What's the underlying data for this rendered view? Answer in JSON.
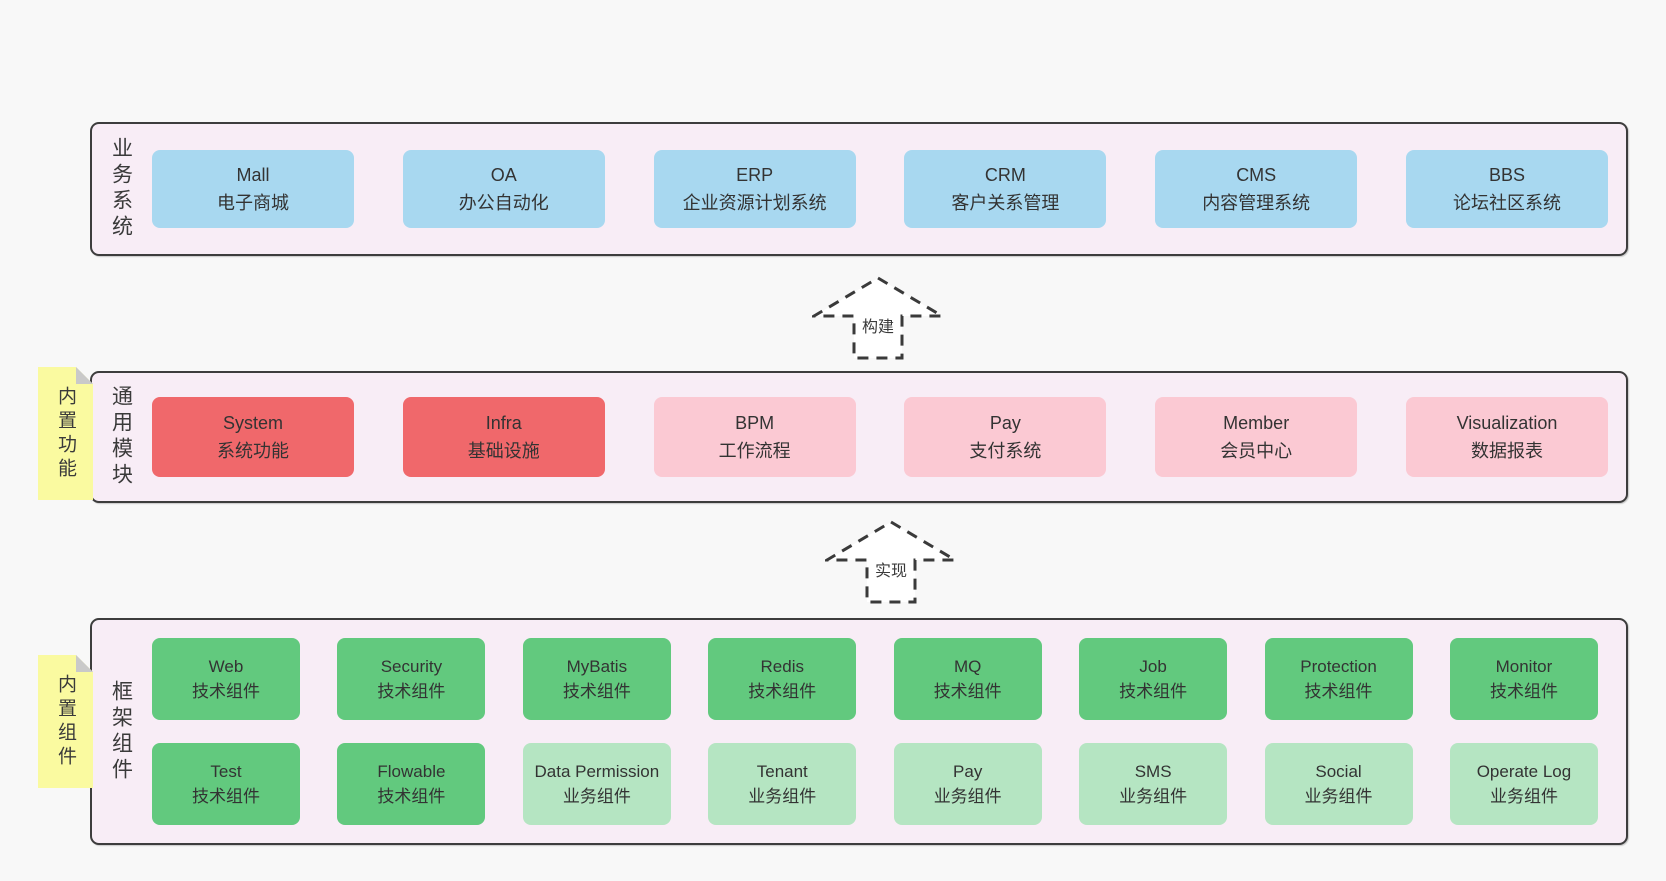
{
  "page": {
    "background": "#f8f8f8"
  },
  "colors": {
    "band_fill": "#f8edf6",
    "band_border": "#3d3d3d",
    "blue_box": "#A8D8F0",
    "red_box": "#F0686B",
    "pink_box": "#FBC9D3",
    "green_box": "#62C97E",
    "light_green_box": "#B5E5C2",
    "note_fill": "#FAFAA0",
    "note_fold": "#C9C9C9",
    "text": "#3a3a3a"
  },
  "arrows": [
    {
      "label": "构建"
    },
    {
      "label": "实现"
    }
  ],
  "layers": [
    {
      "label": "业务系统",
      "rows": [
        [
          {
            "title": "Mall",
            "subtitle": "电子商城",
            "variant": "blue"
          },
          {
            "title": "OA",
            "subtitle": "办公自动化",
            "variant": "blue"
          },
          {
            "title": "ERP",
            "subtitle": "企业资源计划系统",
            "variant": "blue"
          },
          {
            "title": "CRM",
            "subtitle": "客户关系管理",
            "variant": "blue"
          },
          {
            "title": "CMS",
            "subtitle": "内容管理系统",
            "variant": "blue"
          },
          {
            "title": "BBS",
            "subtitle": "论坛社区系统",
            "variant": "blue"
          }
        ]
      ]
    },
    {
      "label": "通用模块",
      "note": "内置功能",
      "rows": [
        [
          {
            "title": "System",
            "subtitle": "系统功能",
            "variant": "red"
          },
          {
            "title": "Infra",
            "subtitle": "基础设施",
            "variant": "red"
          },
          {
            "title": "BPM",
            "subtitle": "工作流程",
            "variant": "pink"
          },
          {
            "title": "Pay",
            "subtitle": "支付系统",
            "variant": "pink"
          },
          {
            "title": "Member",
            "subtitle": "会员中心",
            "variant": "pink"
          },
          {
            "title": "Visualization",
            "subtitle": "数据报表",
            "variant": "pink"
          }
        ]
      ]
    },
    {
      "label": "框架组件",
      "note": "内置组件",
      "rows": [
        [
          {
            "title": "Web",
            "subtitle": "技术组件",
            "variant": "green"
          },
          {
            "title": "Security",
            "subtitle": "技术组件",
            "variant": "green"
          },
          {
            "title": "MyBatis",
            "subtitle": "技术组件",
            "variant": "green"
          },
          {
            "title": "Redis",
            "subtitle": "技术组件",
            "variant": "green"
          },
          {
            "title": "MQ",
            "subtitle": "技术组件",
            "variant": "green"
          },
          {
            "title": "Job",
            "subtitle": "技术组件",
            "variant": "green"
          },
          {
            "title": "Protection",
            "subtitle": "技术组件",
            "variant": "green"
          },
          {
            "title": "Monitor",
            "subtitle": "技术组件",
            "variant": "green"
          }
        ],
        [
          {
            "title": "Test",
            "subtitle": "技术组件",
            "variant": "green"
          },
          {
            "title": "Flowable",
            "subtitle": "技术组件",
            "variant": "green"
          },
          {
            "title": "Data Permission",
            "subtitle": "业务组件",
            "variant": "lightgreen"
          },
          {
            "title": "Tenant",
            "subtitle": "业务组件",
            "variant": "lightgreen"
          },
          {
            "title": "Pay",
            "subtitle": "业务组件",
            "variant": "lightgreen"
          },
          {
            "title": "SMS",
            "subtitle": "业务组件",
            "variant": "lightgreen"
          },
          {
            "title": "Social",
            "subtitle": "业务组件",
            "variant": "lightgreen"
          },
          {
            "title": "Operate Log",
            "subtitle": "业务组件",
            "variant": "lightgreen"
          }
        ]
      ]
    }
  ]
}
